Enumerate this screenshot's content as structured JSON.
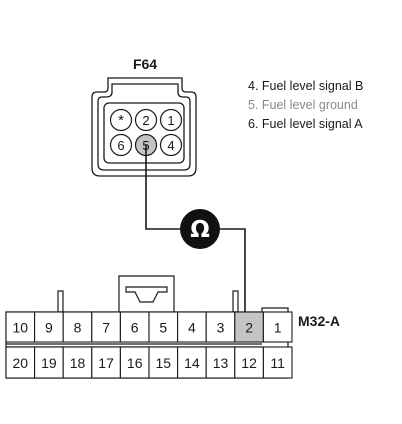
{
  "f64": {
    "label": "F64",
    "pins": [
      {
        "id": "pin-star",
        "text": "*",
        "highlight": false
      },
      {
        "id": "pin-2",
        "text": "2",
        "highlight": false
      },
      {
        "id": "pin-1",
        "text": "1",
        "highlight": false
      },
      {
        "id": "pin-6",
        "text": "6",
        "highlight": false
      },
      {
        "id": "pin-5",
        "text": "5",
        "highlight": true
      },
      {
        "id": "pin-4",
        "text": "4",
        "highlight": false
      }
    ]
  },
  "legend": [
    {
      "text": "4. Fuel level signal B",
      "color": "#1a1a1a"
    },
    {
      "text": "5. Fuel level ground",
      "color": "#8a8a8a"
    },
    {
      "text": "6. Fuel level signal A",
      "color": "#1a1a1a"
    }
  ],
  "ohmmeter": {
    "symbol": "Ω"
  },
  "m32a": {
    "label": "M32-A",
    "top_row": [
      "10",
      "9",
      "8",
      "7",
      "6",
      "5",
      "4",
      "3",
      "2",
      "1"
    ],
    "bottom_row": [
      "20",
      "19",
      "18",
      "17",
      "16",
      "15",
      "14",
      "13",
      "12",
      "11"
    ],
    "highlight_pin": "2"
  },
  "colors": {
    "highlight": "#c4c4c4",
    "line": "#1a1a1a",
    "meter": "#111111"
  }
}
